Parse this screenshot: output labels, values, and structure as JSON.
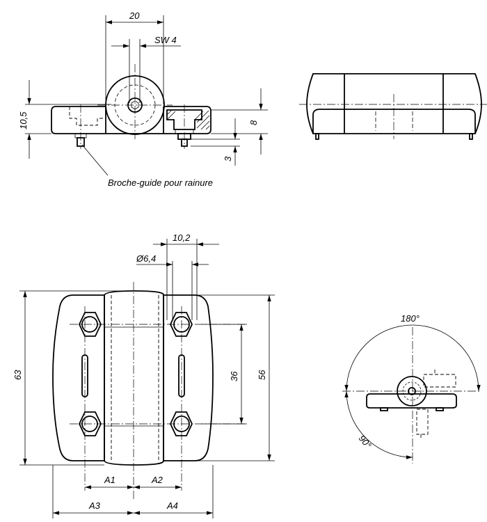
{
  "views": {
    "front": {
      "dim_width": "20",
      "dim_wrench": "SW 4",
      "dim_height": "10,5",
      "dim_base": "8",
      "dim_pin": "3"
    },
    "guide_label": "Broche-guide pour rainure",
    "plan": {
      "dim_slot": "10,2",
      "dim_hole": "Ø6,4",
      "dim_overall": "63",
      "dim_length": "56",
      "dim_pitch": "36",
      "dim_a1": "A1",
      "dim_a2": "A2",
      "dim_a3": "A3",
      "dim_a4": "A4"
    },
    "rotation": {
      "angle_max": "180°",
      "angle_mid": "90°"
    }
  }
}
